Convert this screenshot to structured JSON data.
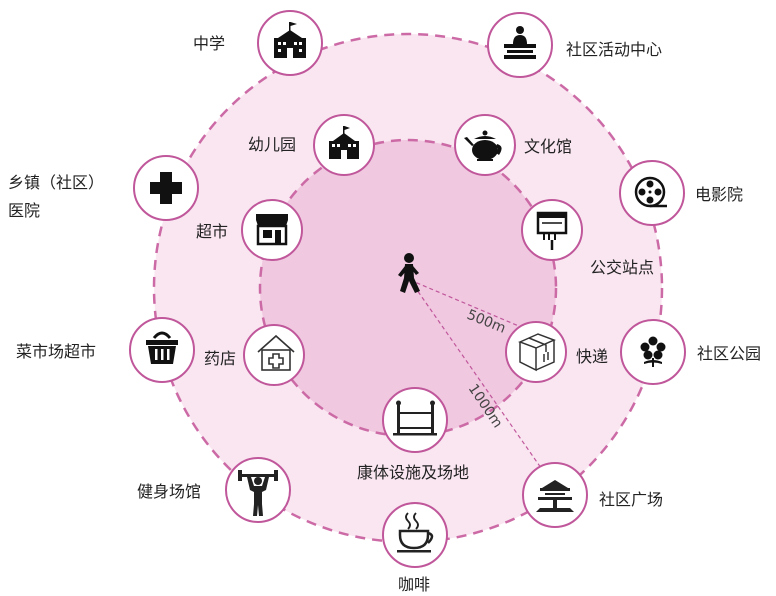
{
  "diagram": {
    "colors": {
      "outer_fill": "#f9e6f1",
      "inner_fill": "#f0c8e0",
      "ring_stroke": "#cc6aa6",
      "node_stroke": "#c0579b",
      "icon": "#111111"
    },
    "center": {
      "icon": "walking-person-icon"
    },
    "distances": {
      "inner": "500m",
      "outer": "1000m"
    },
    "facilities": {
      "middle_school": {
        "label": "中学",
        "icon": "school-building-icon"
      },
      "community_center": {
        "label": "社区活动中心",
        "icon": "community-center-icon"
      },
      "kindergarten": {
        "label": "幼儿园",
        "icon": "kindergarten-icon"
      },
      "culture_hall": {
        "label": "文化馆",
        "icon": "teapot-icon"
      },
      "hospital_line1": "乡镇（社区）",
      "hospital_line2": "医院",
      "hospital_icon": "medical-cross-icon",
      "cinema": {
        "label": "电影院",
        "icon": "film-reel-icon"
      },
      "supermarket": {
        "label": "超市",
        "icon": "storefront-icon"
      },
      "bus_stop": {
        "label": "公交站点",
        "icon": "bus-stop-sign-icon"
      },
      "market": {
        "label": "菜市场超市",
        "icon": "shopping-basket-icon"
      },
      "pharmacy": {
        "label": "药店",
        "icon": "pharmacy-house-icon"
      },
      "express": {
        "label": "快递",
        "icon": "parcel-box-icon"
      },
      "park": {
        "label": "社区公园",
        "icon": "flower-icon"
      },
      "fitness_area": {
        "label": "康体设施及场地",
        "icon": "fitness-bars-icon"
      },
      "gym": {
        "label": "健身场馆",
        "icon": "weightlifter-icon"
      },
      "plaza": {
        "label": "社区广场",
        "icon": "plaza-pavilion-icon"
      },
      "cafe": {
        "label": "咖啡",
        "icon": "coffee-cup-icon"
      }
    }
  }
}
